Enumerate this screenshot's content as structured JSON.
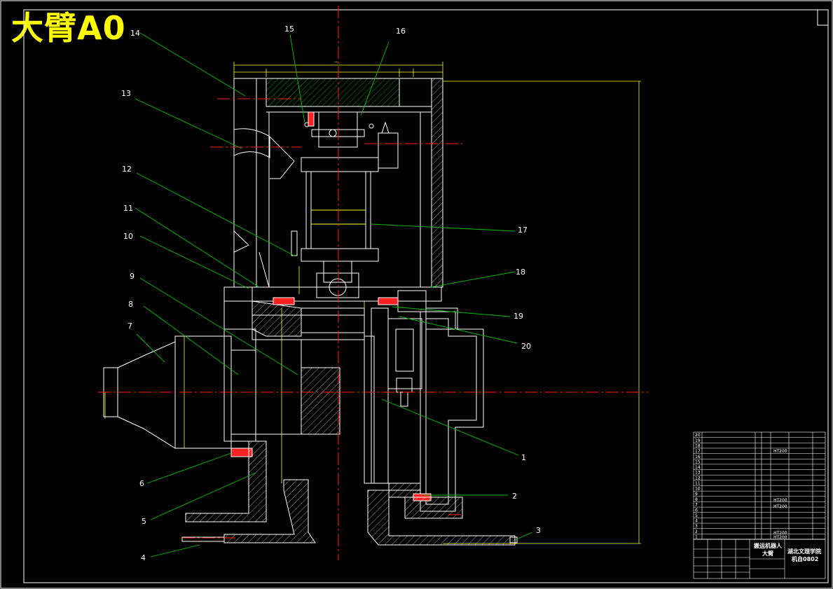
{
  "drawing_title": "大臂A0",
  "colors": {
    "background": "#000000",
    "outline": "#ffffff",
    "centerline": "#ff2020",
    "leader": "#00c000",
    "dimension": "#ffff00",
    "hatch": "#00a000",
    "title": "#ffff00",
    "part_fill": "#2a2aff"
  },
  "callouts": [
    {
      "no": "1"
    },
    {
      "no": "2"
    },
    {
      "no": "3"
    },
    {
      "no": "4"
    },
    {
      "no": "5"
    },
    {
      "no": "6"
    },
    {
      "no": "7"
    },
    {
      "no": "8"
    },
    {
      "no": "9"
    },
    {
      "no": "10"
    },
    {
      "no": "11"
    },
    {
      "no": "12"
    },
    {
      "no": "13"
    },
    {
      "no": "14"
    },
    {
      "no": "15"
    },
    {
      "no": "16"
    },
    {
      "no": "17"
    },
    {
      "no": "18"
    },
    {
      "no": "19"
    },
    {
      "no": "20"
    }
  ],
  "parts_list": {
    "material_labels": [
      "HT200",
      "HT200",
      "HT200",
      "HT200",
      "HT200"
    ],
    "rows": [
      "20",
      "19",
      "18",
      "17",
      "16",
      "15",
      "14",
      "13",
      "12",
      "11",
      "10",
      "9",
      "8",
      "7",
      "6",
      "5",
      "4",
      "3",
      "2",
      "1"
    ]
  },
  "title_block": {
    "name": "搬运机器人\n大臂",
    "org": "湖北文理学院\n机自0802"
  }
}
